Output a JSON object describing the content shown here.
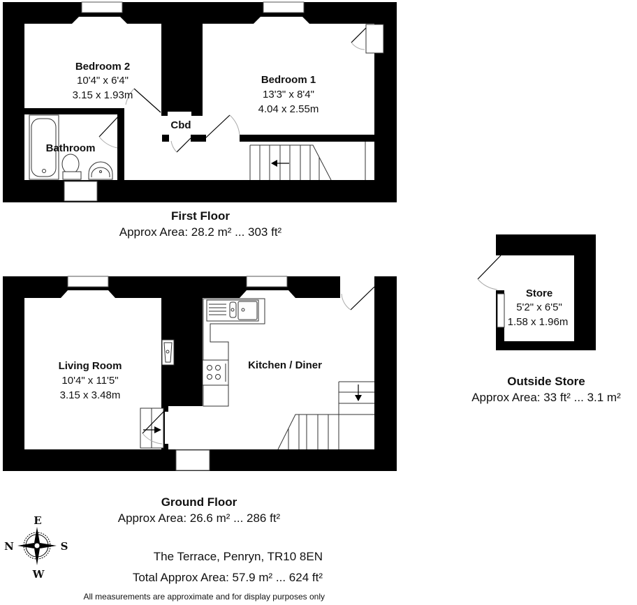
{
  "first_floor": {
    "title": "First Floor",
    "area": "Approx Area: 28.2 m² ... 303 ft²",
    "rooms": {
      "bedroom2": {
        "name": "Bedroom 2",
        "dim_imperial": "10'4\" x 6'4\"",
        "dim_metric": "3.15 x 1.93m"
      },
      "bedroom1": {
        "name": "Bedroom 1",
        "dim_imperial": "13'3\" x 8'4\"",
        "dim_metric": "4.04 x 2.55m"
      },
      "bathroom": {
        "name": "Bathroom"
      },
      "cupboard": {
        "name": "Cbd"
      }
    }
  },
  "ground_floor": {
    "title": "Ground Floor",
    "area": "Approx Area: 26.6 m² ... 286 ft²",
    "rooms": {
      "living": {
        "name": "Living Room",
        "dim_imperial": "10'4\" x 11'5\"",
        "dim_metric": "3.15 x 3.48m"
      },
      "kitchen": {
        "name": "Kitchen / Diner"
      }
    }
  },
  "outside_store": {
    "title": "Outside Store",
    "area": "Approx Area: 33 ft² ... 3.1 m²",
    "room": {
      "name": "Store",
      "dim_imperial": "5'2\" x 6'5\"",
      "dim_metric": "1.58 x 1.96m"
    }
  },
  "compass": {
    "top": "E",
    "left": "N",
    "right": "S",
    "bottom": "W"
  },
  "footer": {
    "address": "The Terrace, Penryn, TR10 8EN",
    "total_area": "Total Approx Area: 57.9 m² ... 624 ft²",
    "disclaimer": "All measurements are approximate and for display purposes only"
  }
}
